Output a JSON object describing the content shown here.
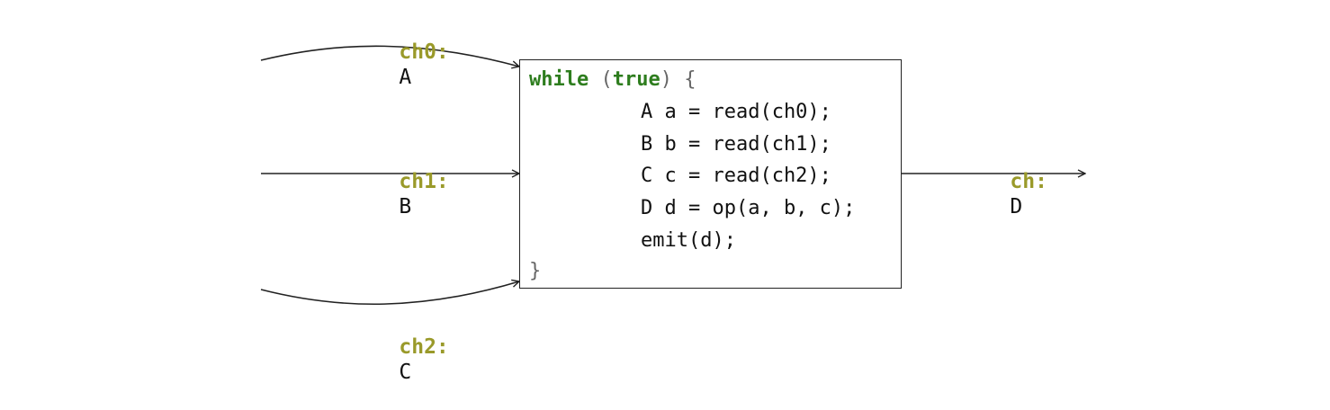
{
  "colors": {
    "channel_name": "#9a9a2a",
    "keyword": "#2e7d1e",
    "punctuation": "#666666",
    "text": "#111111",
    "wire": "#222222"
  },
  "inputs": [
    {
      "name": "ch0:",
      "type": "A"
    },
    {
      "name": "ch1:",
      "type": "B"
    },
    {
      "name": "ch2:",
      "type": "C"
    }
  ],
  "output": {
    "name": "ch:",
    "type": "D"
  },
  "code": {
    "kw_while": "while",
    "paren_open": "(",
    "kw_true": "true",
    "paren_close_brace": ") {",
    "body": [
      "A a = read(ch0);",
      "B b = read(ch1);",
      "C c = read(ch2);",
      "D d = op(a, b, c);",
      "emit(d);"
    ],
    "close_brace": "}"
  }
}
